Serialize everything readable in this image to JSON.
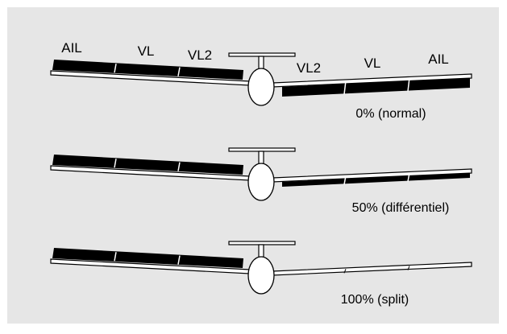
{
  "panel": {
    "background": "#e6e6e6"
  },
  "colors": {
    "surface": "#000000",
    "outline": "#000000",
    "wing_fill": "#ffffff"
  },
  "labels": {
    "ail_left": "AIL",
    "vl_left": "VL",
    "vl2_left": "VL2",
    "vl2_right": "VL2",
    "vl_right": "VL",
    "ail_right": "AIL"
  },
  "configs": [
    {
      "caption": "0% (normal)",
      "right_surface_deflection": 0
    },
    {
      "caption": "50% (différentiel)",
      "right_surface_deflection": 50
    },
    {
      "caption": "100% (split)",
      "right_surface_deflection": 100
    }
  ]
}
